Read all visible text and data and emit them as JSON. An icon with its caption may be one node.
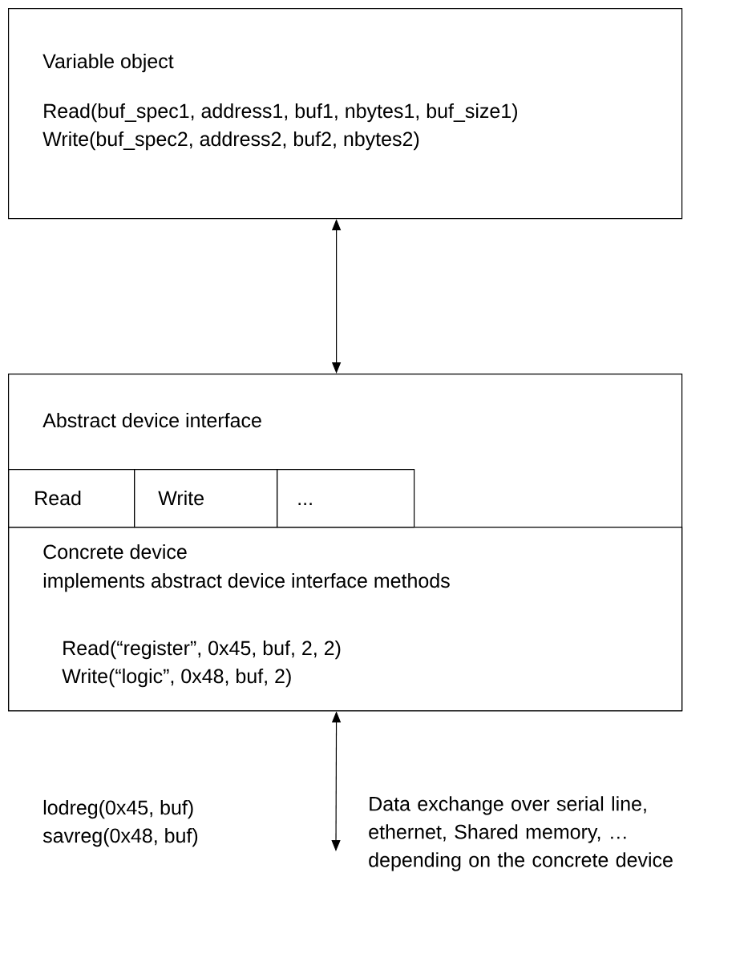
{
  "diagram": {
    "nodes": [
      {
        "text": [
          "Variable object",
          "Read(buf_spec1, address1, buf1,  nbytes1, buf_size1)",
          "Write(buf_spec2, address2, buf2,  nbytes2)"
        ]
      },
      {
        "text": [
          "Abstract device interface"
        ]
      },
      {
        "text": [
          "Read"
        ],
        "in": 1
      },
      {
        "text": [
          "Write"
        ],
        "in": 1
      },
      {
        "text": [
          "..."
        ],
        "in": 1
      },
      {
        "text": [
          "Concrete device",
          "implements abstract device interface methods",
          "Read(“register”, 0x45, buf,  2, 2)",
          "Write(“logic”, 0x48, buf,  2)"
        ],
        "in": 1
      }
    ],
    "edges": [
      {
        "from": 0,
        "to": 1,
        "arrow": "both"
      },
      {
        "from": 5,
        "to": null,
        "arrow": "both"
      }
    ],
    "labels": [
      "lodreg(0x45, buf)",
      "savreg(0x48, buf)",
      "Data exchange over serial line, ethernet, Shared memory, … depending on the concrete device"
    ]
  }
}
